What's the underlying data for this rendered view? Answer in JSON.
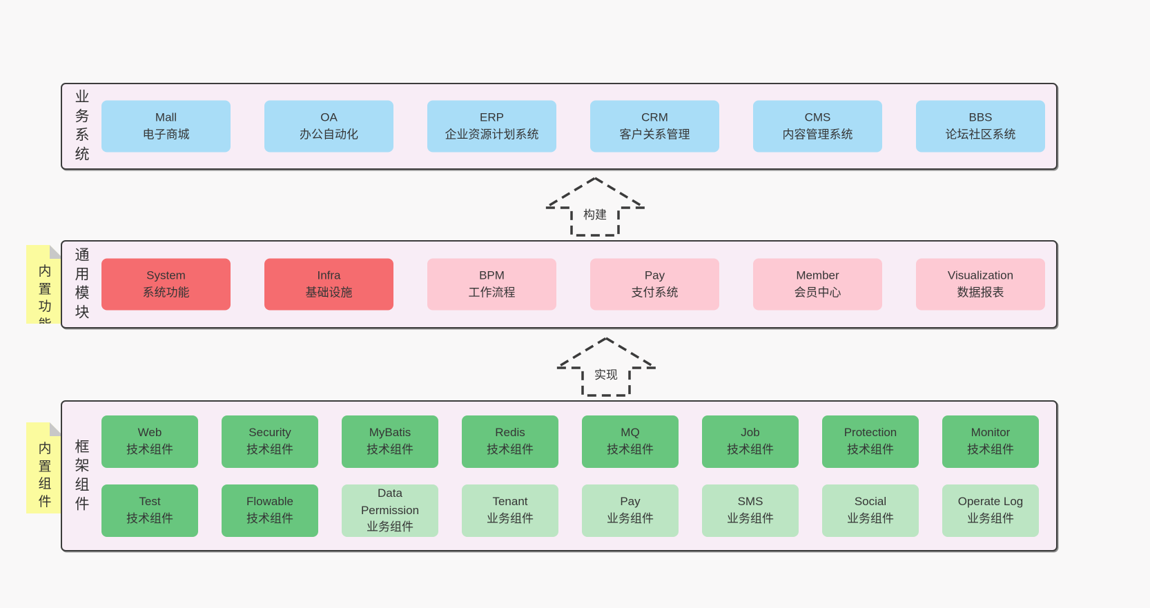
{
  "colors": {
    "blue": "#a9ddf7",
    "red": "#f56c6f",
    "pink": "#fdc9d3",
    "green": "#68c67e",
    "lightgreen": "#bce5c3",
    "yellow": "#fbfb9e",
    "container_bg": "#f8edf6",
    "border": "#3c3c3c",
    "page_bg": "#f9f8f8",
    "fold_grey": "#c8c8c8",
    "text": "#353535"
  },
  "arrows": [
    {
      "label": "构建"
    },
    {
      "label": "实现"
    }
  ],
  "layers": [
    {
      "label": "业务系统",
      "boxes": [
        {
          "name": "Mall",
          "subtitle": "电子商城"
        },
        {
          "name": "OA",
          "subtitle": "办公自动化"
        },
        {
          "name": "ERP",
          "subtitle": "企业资源计划系统"
        },
        {
          "name": "CRM",
          "subtitle": "客户关系管理"
        },
        {
          "name": "CMS",
          "subtitle": "内容管理系统"
        },
        {
          "name": "BBS",
          "subtitle": "论坛社区系统"
        }
      ]
    },
    {
      "label": "通用模块",
      "tag": "内置功能",
      "boxes": [
        {
          "name": "System",
          "subtitle": "系统功能"
        },
        {
          "name": "Infra",
          "subtitle": "基础设施"
        },
        {
          "name": "BPM",
          "subtitle": "工作流程"
        },
        {
          "name": "Pay",
          "subtitle": "支付系统"
        },
        {
          "name": "Member",
          "subtitle": "会员中心"
        },
        {
          "name": "Visualization",
          "subtitle": "数据报表"
        }
      ]
    },
    {
      "label": "框架组件",
      "tag": "内置组件",
      "boxes": [
        {
          "name": "Web",
          "subtitle": "技术组件"
        },
        {
          "name": "Security",
          "subtitle": "技术组件"
        },
        {
          "name": "MyBatis",
          "subtitle": "技术组件"
        },
        {
          "name": "Redis",
          "subtitle": "技术组件"
        },
        {
          "name": "MQ",
          "subtitle": "技术组件"
        },
        {
          "name": "Job",
          "subtitle": "技术组件"
        },
        {
          "name": "Protection",
          "subtitle": "技术组件"
        },
        {
          "name": "Monitor",
          "subtitle": "技术组件"
        },
        {
          "name": "Test",
          "subtitle": "技术组件"
        },
        {
          "name": "Flowable",
          "subtitle": "技术组件"
        },
        {
          "name": "Data Permission",
          "subtitle": "业务组件"
        },
        {
          "name": "Tenant",
          "subtitle": "业务组件"
        },
        {
          "name": "Pay",
          "subtitle": "业务组件"
        },
        {
          "name": "SMS",
          "subtitle": "业务组件"
        },
        {
          "name": "Social",
          "subtitle": "业务组件"
        },
        {
          "name": "Operate Log",
          "subtitle": "业务组件"
        }
      ]
    }
  ]
}
